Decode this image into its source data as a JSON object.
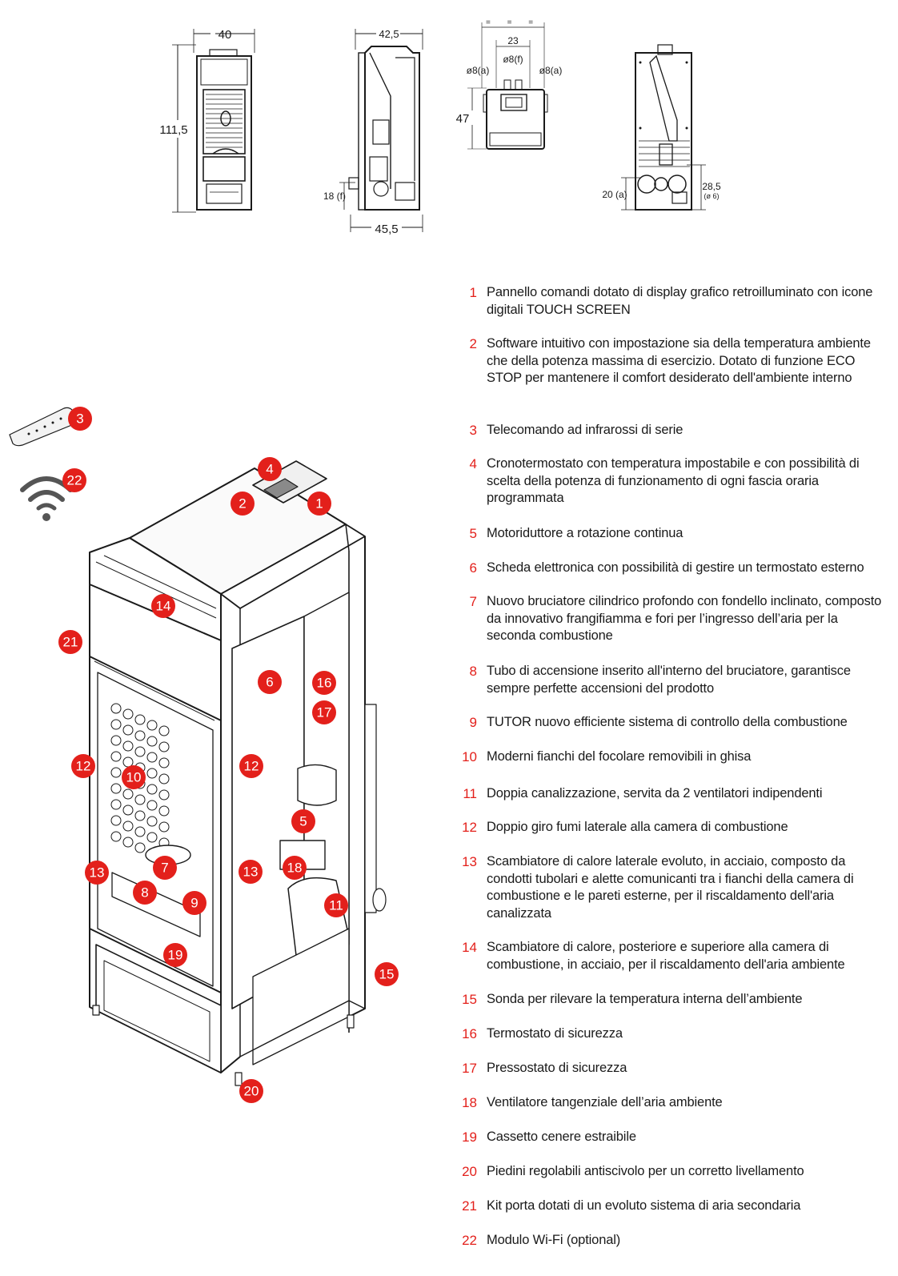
{
  "dimensions": {
    "front": {
      "width": "40",
      "height": "111,5"
    },
    "side": {
      "depth_top": "42,5",
      "depth_bottom": "45,5",
      "flue_height": "18 (f)"
    },
    "top": {
      "spacing_marks": "= = =",
      "center_distance": "23",
      "left_pipe": "ø8(a)",
      "center_pipe": "ø8(f)",
      "right_pipe": "ø8(a)",
      "depth": "47"
    },
    "rear": {
      "left_height": "20 (a)",
      "right_height": "28,5",
      "right_diameter": "(ø 6)"
    }
  },
  "callouts": [
    "1",
    "2",
    "3",
    "4",
    "5",
    "6",
    "7",
    "8",
    "9",
    "10",
    "11",
    "12",
    "13",
    "14",
    "15",
    "16",
    "17",
    "18",
    "19",
    "20",
    "21",
    "22"
  ],
  "legend": [
    {
      "n": "1",
      "text": "Pannello comandi dotato di display grafico retroilluminato con icone digitali TOUCH SCREEN"
    },
    {
      "n": "2",
      "text": "Software intuitivo con impostazione sia della temperatura ambiente che della potenza massima di esercizio. Dotato di funzione ECO STOP per mantenere il comfort desiderato dell'ambiente interno"
    },
    {
      "n": "3",
      "text": "Telecomando ad infrarossi di serie"
    },
    {
      "n": "4",
      "text": "Cronotermostato con temperatura impostabile e con possibilità di scelta della potenza di funzionamento di ogni fascia oraria programmata"
    },
    {
      "n": "5",
      "text": "Motoriduttore a rotazione continua"
    },
    {
      "n": "6",
      "text": "Scheda elettronica con possibilità di gestire un termostato esterno"
    },
    {
      "n": "7",
      "text": "Nuovo bruciatore cilindrico profondo con fondello inclinato, composto da innovativo frangifiamma e fori per l’ingresso dell’aria per la seconda combustione"
    },
    {
      "n": "8",
      "text": "Tubo di accensione inserito all'interno del bruciatore, garantisce sempre perfette accensioni del prodotto"
    },
    {
      "n": "9",
      "text": "TUTOR nuovo efficiente sistema di controllo della combustione"
    },
    {
      "n": "10",
      "text": "Moderni fianchi del focolare removibili in ghisa"
    },
    {
      "n": "11",
      "text": "Doppia canalizzazione, servita da 2 ventilatori indipendenti"
    },
    {
      "n": "12",
      "text": "Doppio giro fumi laterale alla camera di combustione"
    },
    {
      "n": "13",
      "text": "Scambiatore di calore laterale evoluto, in acciaio, composto da condotti tubolari e alette comunicanti tra i fianchi della camera di combustione e le pareti esterne, per il riscaldamento dell'aria canalizzata"
    },
    {
      "n": "14",
      "text": "Scambiatore di calore, posteriore e superiore alla camera di combustione, in acciaio, per il riscaldamento dell'aria ambiente"
    },
    {
      "n": "15",
      "text": "Sonda per rilevare la temperatura interna dell’ambiente"
    },
    {
      "n": "16",
      "text": "Termostato di sicurezza"
    },
    {
      "n": "17",
      "text": "Pressostato di sicurezza"
    },
    {
      "n": "18",
      "text": "Ventilatore tangenziale dell’aria ambiente"
    },
    {
      "n": "19",
      "text": "Cassetto cenere estraibile"
    },
    {
      "n": "20",
      "text": "Piedini regolabili antiscivolo per un corretto livellamento"
    },
    {
      "n": "21",
      "text": "Kit porta dotati di un evoluto sistema di aria secondaria"
    },
    {
      "n": "22",
      "text": "Modulo Wi-Fi (optional)"
    }
  ]
}
